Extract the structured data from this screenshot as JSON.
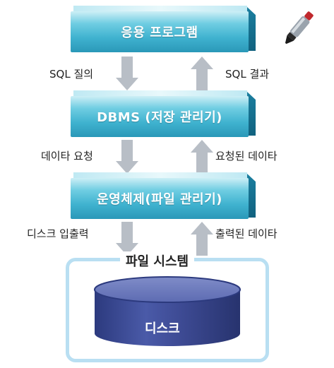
{
  "layers": {
    "app": "응용 프로그램",
    "dbms": "DBMS (저장 관리기)",
    "os": "운영체제(파일 관리기)"
  },
  "arrows": {
    "sql_query": "SQL 질의",
    "sql_result": "SQL 결과",
    "data_request": "데이타 요청",
    "requested_data": "요청된 데이타",
    "disk_io": "디스크 입출력",
    "output_data": "출력된 데이타"
  },
  "file_system": {
    "title": "파일 시스템",
    "disk": "디스크"
  },
  "colors": {
    "box_main": "#3fb2cf",
    "box_top": "#cfeff6",
    "box_side": "#1b7fa0",
    "arrow": "#b8bec6",
    "frame": "#b9dff2",
    "disk": "#3d4a93"
  },
  "icons": {
    "pen": "pen-icon"
  }
}
